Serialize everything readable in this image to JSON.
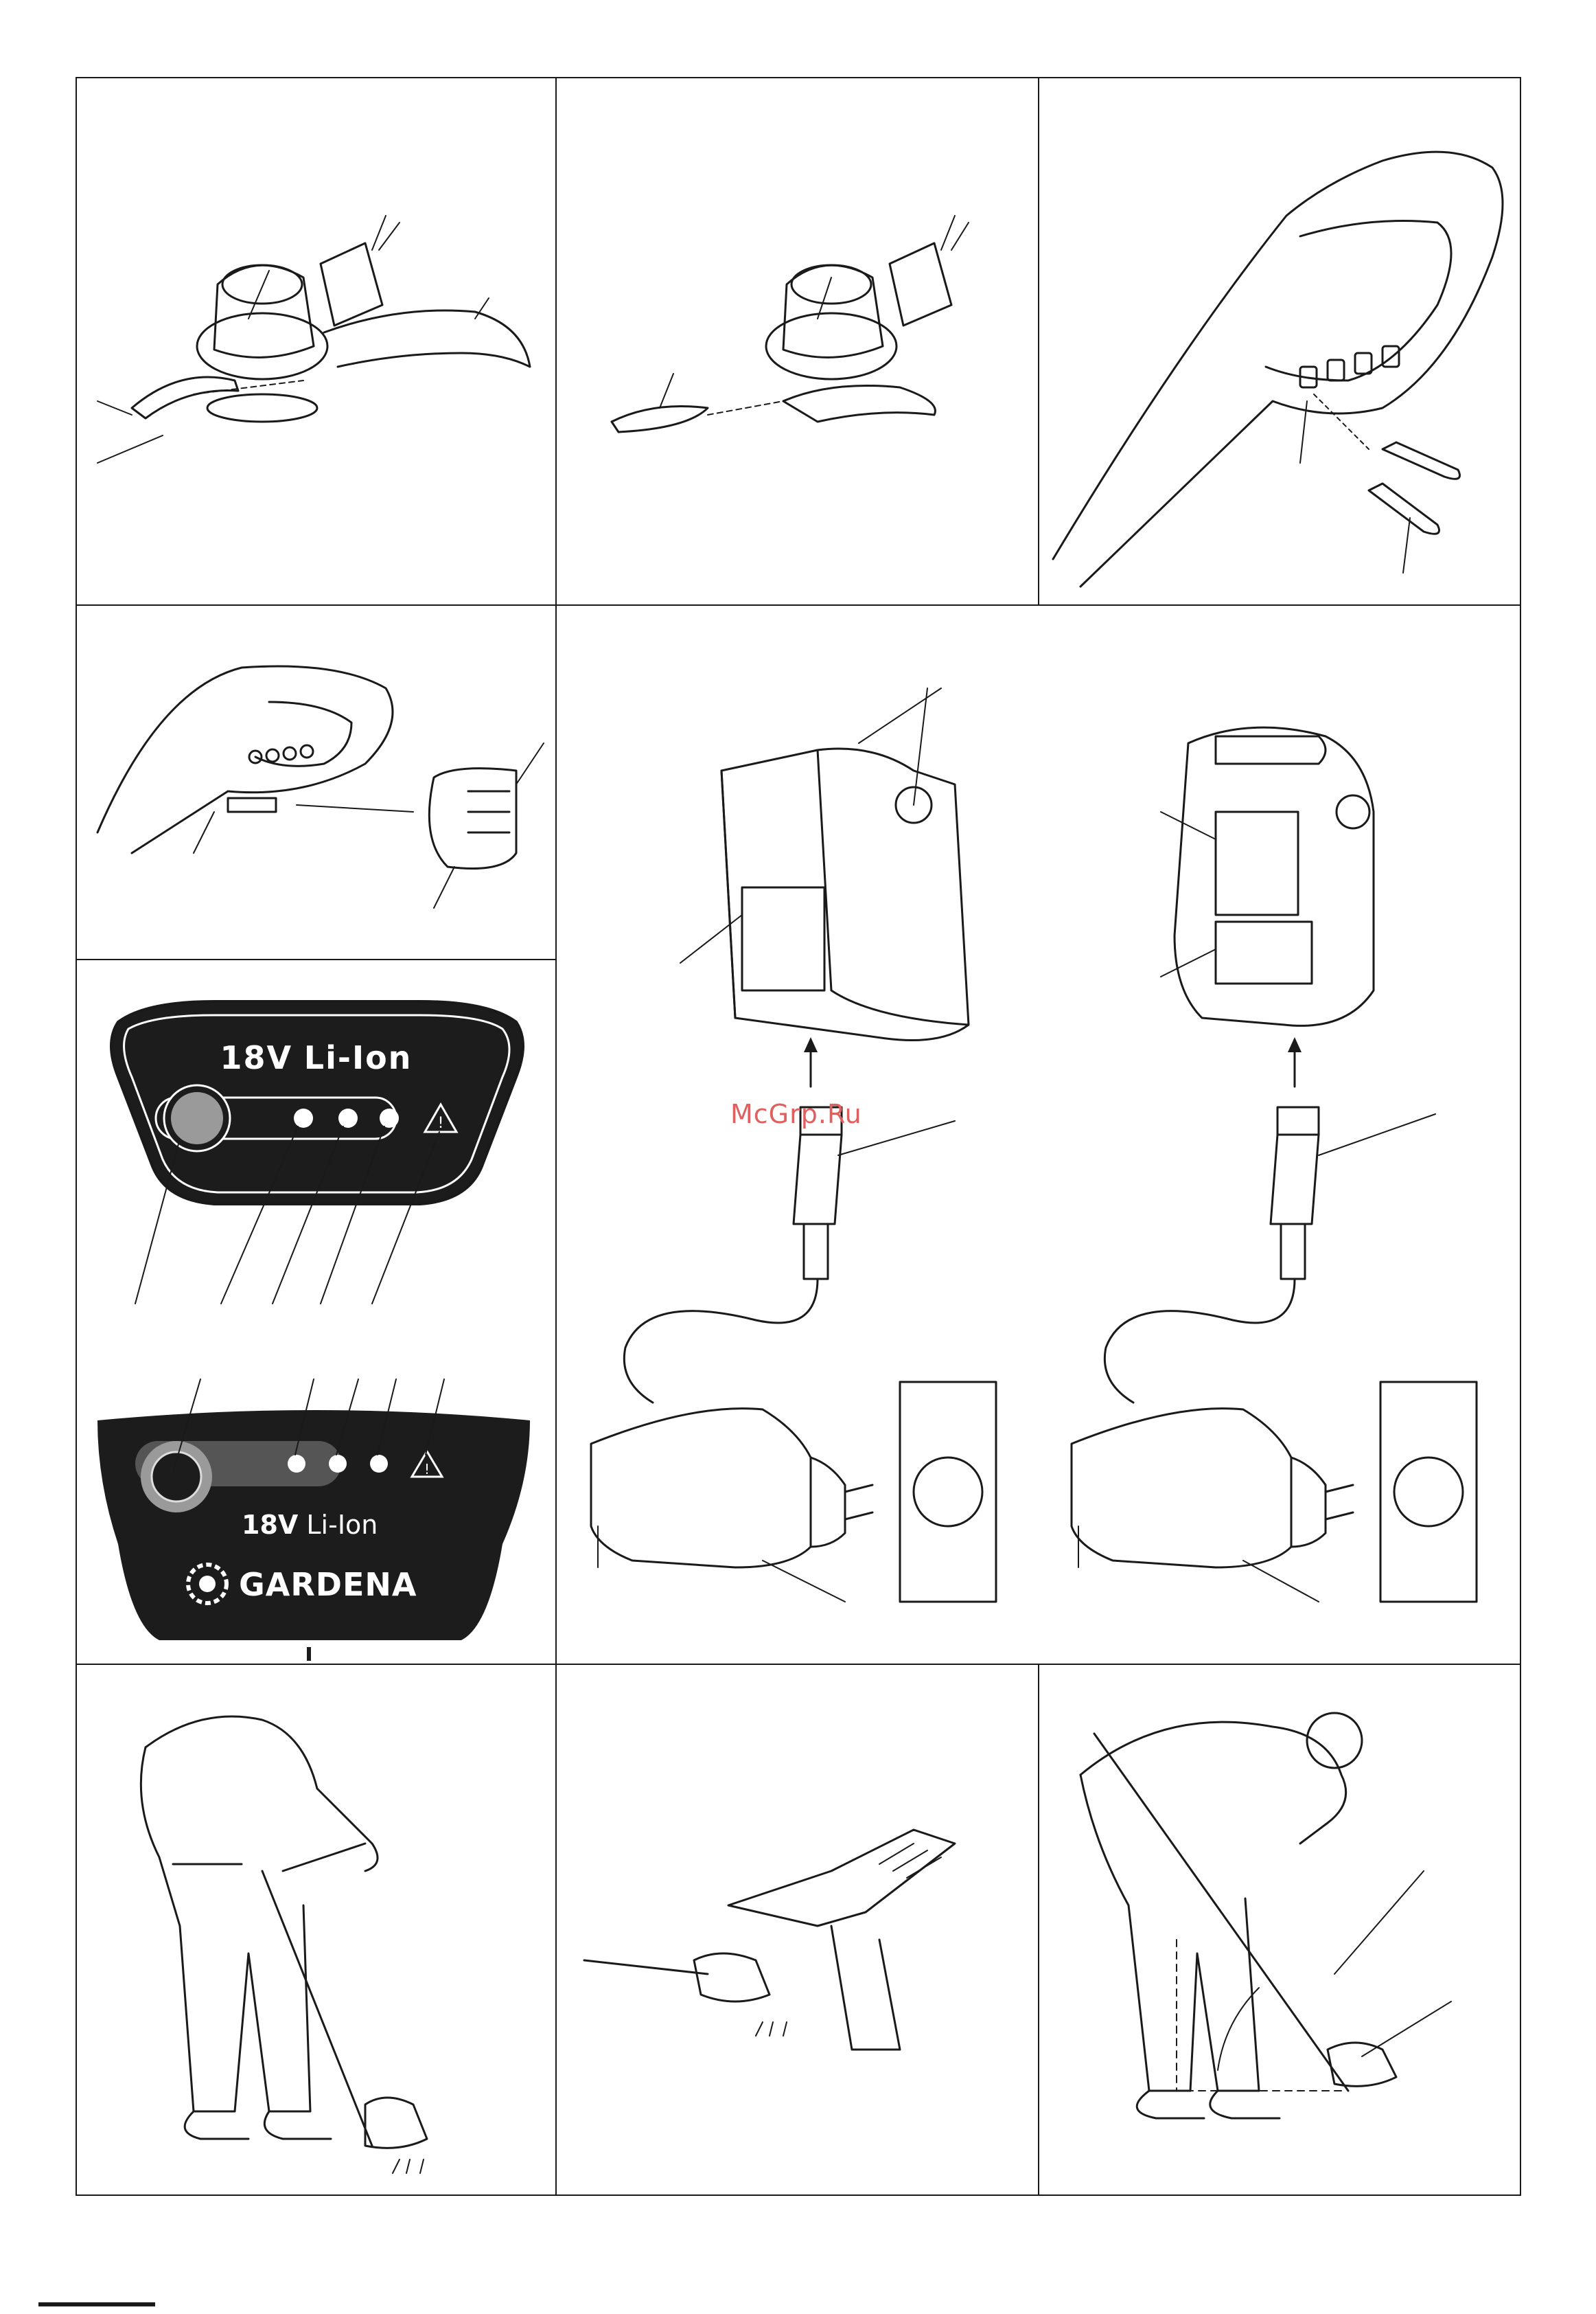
{
  "panels": {
    "led_top": {
      "title_prefix": "18V",
      "title_suffix": "Li-Ion"
    },
    "led_bottom": {
      "label_prefix": "18V",
      "label_suffix": "Li-Ion",
      "brand": "GARDENA"
    }
  },
  "watermark": "McGrp.Ru",
  "colors": {
    "line": "#1a1a1a",
    "panel_dark": "#1c1c1c",
    "led_button": "#9a9a9a",
    "watermark": "#e06060"
  },
  "icons": [
    "warning-triangle-icon",
    "gardena-logo-icon",
    "power-button-icon",
    "led-indicator-icon"
  ]
}
